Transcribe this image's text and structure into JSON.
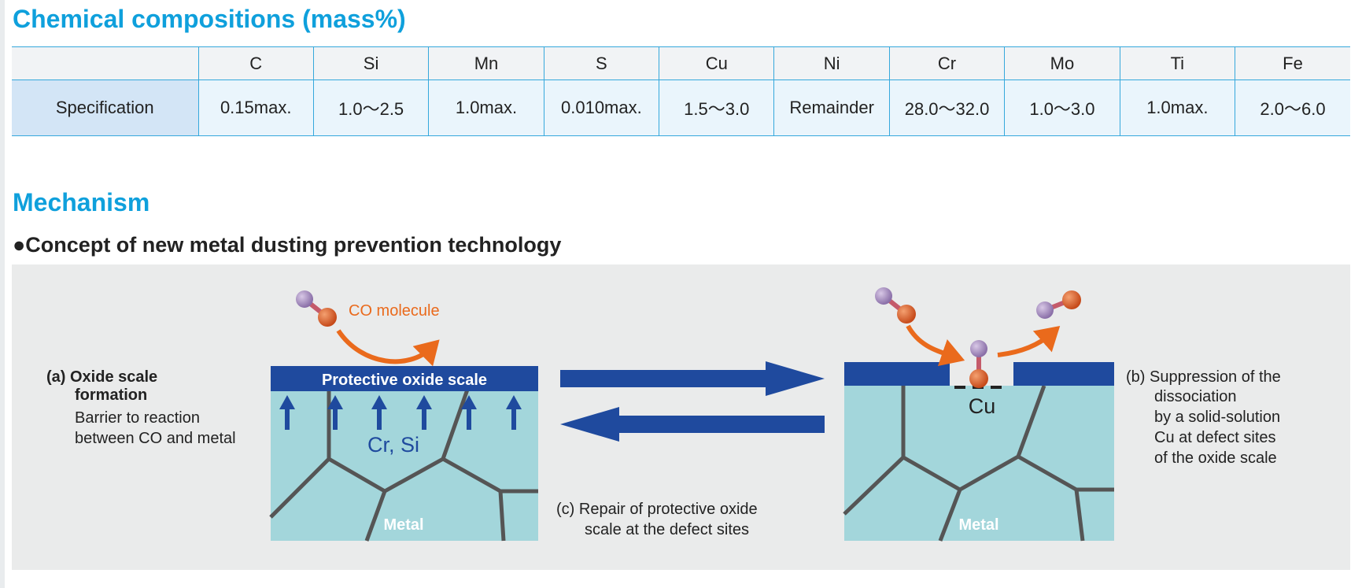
{
  "section1": {
    "title": "Chemical compositions (mass%)"
  },
  "table": {
    "columns": [
      "",
      "C",
      "Si",
      "Mn",
      "S",
      "Cu",
      "Ni",
      "Cr",
      "Mo",
      "Ti",
      "Fe"
    ],
    "row": {
      "label": "Specification",
      "values": [
        "0.15max.",
        "1.0〜2.5",
        "1.0max.",
        "0.010max.",
        "1.5〜3.0",
        "Remainder",
        "28.0〜32.0",
        "1.0〜3.0",
        "1.0max.",
        "2.0〜6.0"
      ]
    }
  },
  "section2": {
    "title": "Mechanism",
    "subtitle": "●Concept of new metal dusting prevention technology"
  },
  "diagram": {
    "co_label": "CO molecule",
    "scale_label": "Protective oxide scale",
    "elements_label": "Cr, Si",
    "metal_label": "Metal",
    "cu_label": "Cu",
    "a_title_1": "(a) Oxide scale",
    "a_title_2": "formation",
    "a_desc_1": "Barrier to reaction",
    "a_desc_2": "between CO and metal",
    "b_line_1": "(b) Suppression of the",
    "b_line_2": "dissociation",
    "b_line_3": "by a solid-solution",
    "b_line_4": "Cu at defect sites",
    "b_line_5": "of the oxide scale",
    "c_line_1": "(c) Repair of protective oxide",
    "c_line_2": "scale at the defect sites",
    "colors": {
      "metal": "#a3d6db",
      "scale": "#1f4a9e",
      "arrow": "#1f4a9e",
      "co": "#ea6a1c",
      "grain": "#555555",
      "background": "#eaebeb"
    }
  }
}
